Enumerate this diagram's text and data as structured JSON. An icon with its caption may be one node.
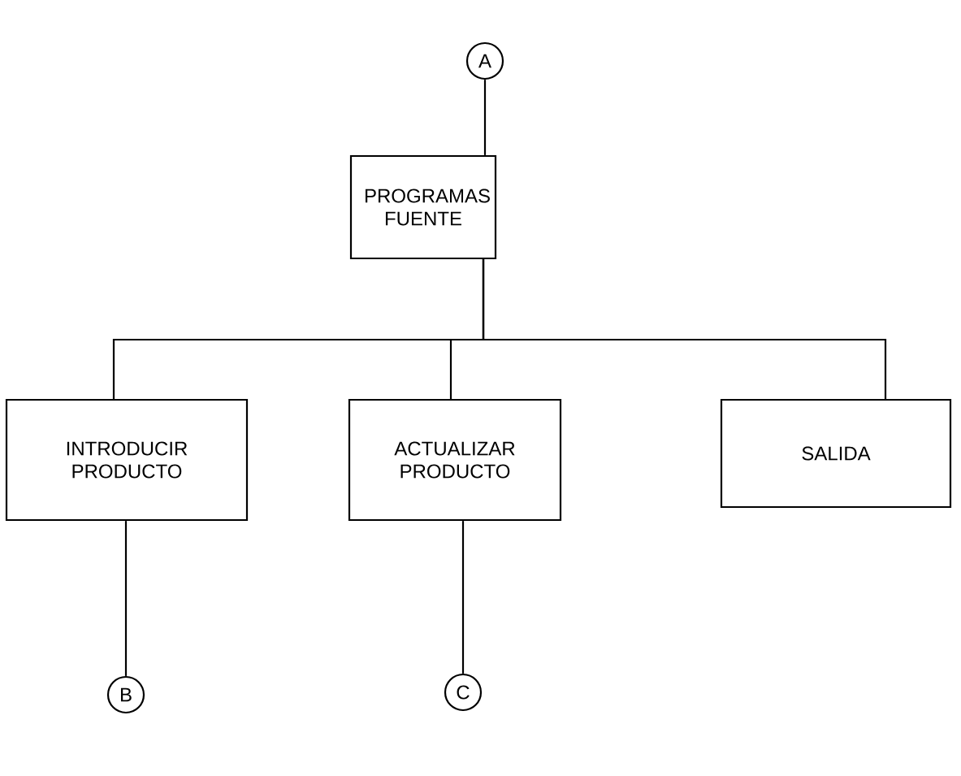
{
  "diagram": {
    "nodes": [
      {
        "text": [
          "A"
        ]
      },
      {
        "text": [
          "PROGRAMAS FUENTE"
        ]
      },
      {
        "text": [
          "INTRODUCIR PRODUCTO"
        ]
      },
      {
        "text": [
          "ACTUALIZAR PRODUCTO"
        ]
      },
      {
        "text": [
          "SALIDA"
        ]
      },
      {
        "text": [
          "B"
        ]
      },
      {
        "text": [
          "C"
        ]
      }
    ],
    "edges": [
      {
        "from": 0,
        "to": 1,
        "arrow": "none"
      },
      {
        "from": 1,
        "to": 2,
        "arrow": "none"
      },
      {
        "from": 1,
        "to": 3,
        "arrow": "none"
      },
      {
        "from": 1,
        "to": 4,
        "arrow": "none"
      },
      {
        "from": 2,
        "to": 5,
        "arrow": "none"
      },
      {
        "from": 3,
        "to": 6,
        "arrow": "none"
      }
    ]
  }
}
